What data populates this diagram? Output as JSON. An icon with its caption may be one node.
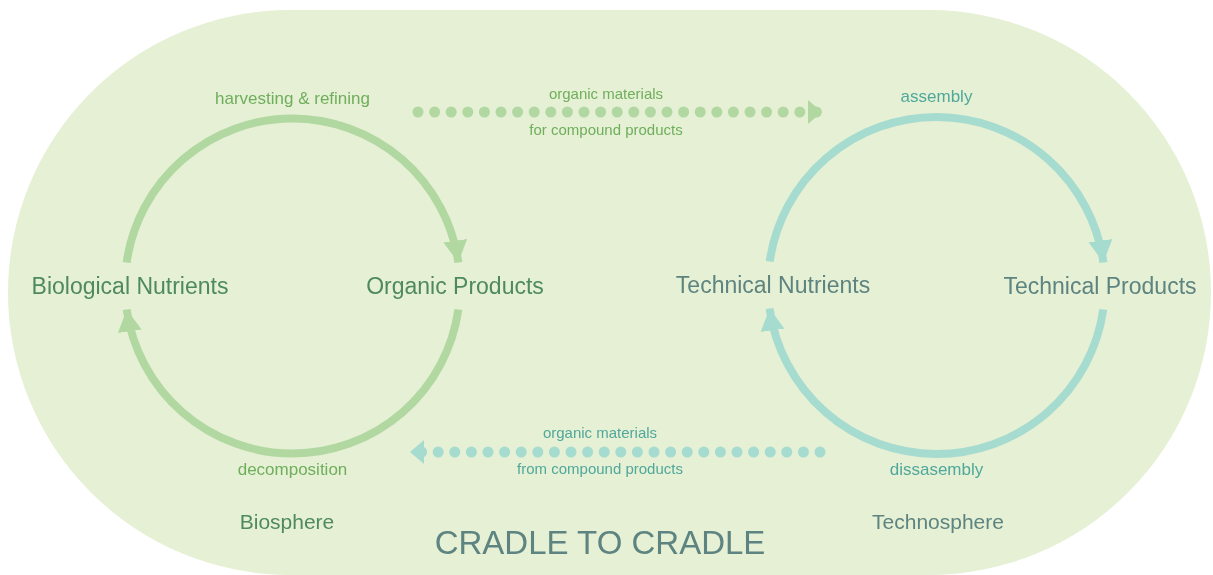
{
  "diagram": {
    "title": "CRADLE TO CRADLE",
    "nodes": [
      {
        "text": [
          "Biological Nutrients"
        ]
      },
      {
        "text": [
          "Organic Products"
        ]
      },
      {
        "text": [
          "Technical Nutrients"
        ]
      },
      {
        "text": [
          "Technical Products"
        ]
      }
    ],
    "edges": [
      {
        "from": 0,
        "to": 1,
        "arrow": "to",
        "label": "harvesting & refining",
        "color": "#b2d8a2"
      },
      {
        "from": 1,
        "to": 0,
        "arrow": "to",
        "label": "decomposition",
        "color": "#b2d8a2"
      },
      {
        "from": 2,
        "to": 3,
        "arrow": "to",
        "label": "assembly",
        "color": "#a6dbd0"
      },
      {
        "from": 3,
        "to": 2,
        "arrow": "to",
        "label": "dissasembly",
        "color": "#a6dbd0"
      }
    ],
    "labels": [
      "organic materials",
      "for compound products",
      "organic materials",
      "from compound products",
      "Biosphere",
      "Technosphere"
    ]
  }
}
